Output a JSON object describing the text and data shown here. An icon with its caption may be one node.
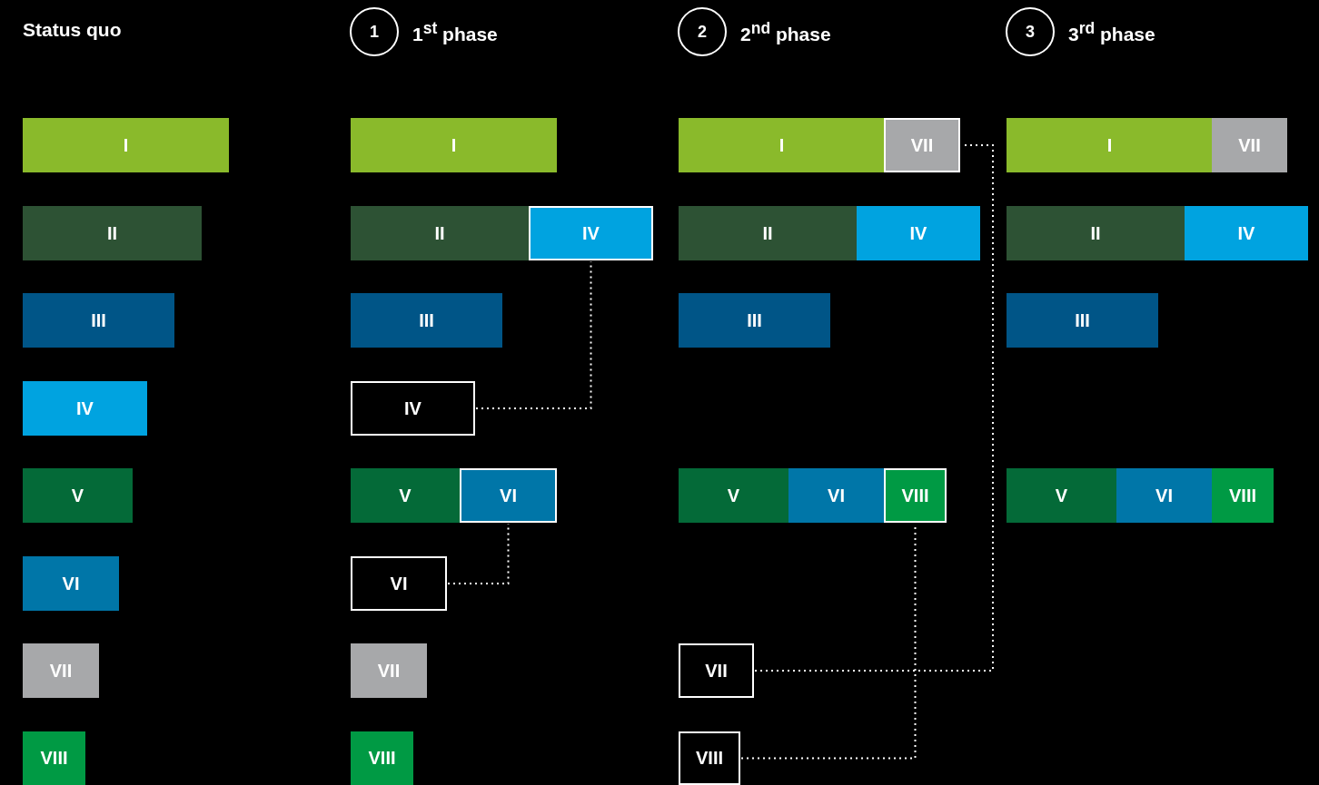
{
  "diagram": {
    "nodes": [
      {
        "text": [
          "I"
        ]
      },
      {
        "text": [
          "II"
        ]
      },
      {
        "text": [
          "III"
        ]
      },
      {
        "text": [
          "IV"
        ]
      },
      {
        "text": [
          "V"
        ]
      },
      {
        "text": [
          "VI"
        ]
      },
      {
        "text": [
          "VII"
        ]
      },
      {
        "text": [
          "VIII"
        ]
      },
      {
        "text": [
          "1"
        ],
        "beside": [
          "1$^{st}$ phase"
        ]
      },
      {
        "text": [
          "I"
        ]
      },
      {
        "text": [
          "II"
        ]
      },
      {
        "text": [
          "IV"
        ]
      },
      {
        "text": [
          "III"
        ]
      },
      {
        "text": [
          "IV"
        ]
      },
      {
        "text": [
          "V"
        ]
      },
      {
        "text": [
          "VI"
        ]
      },
      {
        "text": [
          "VI"
        ]
      },
      {
        "text": [
          "VII"
        ]
      },
      {
        "text": [
          "VIII"
        ]
      },
      {
        "text": [
          "2"
        ],
        "beside": [
          "2$^{nd}$ phase"
        ]
      },
      {
        "text": [
          "I"
        ]
      },
      {
        "text": [
          "VII"
        ]
      },
      {
        "text": [
          "II"
        ]
      },
      {
        "text": [
          "IV"
        ]
      },
      {
        "text": [
          "III"
        ]
      },
      {
        "text": [
          "V"
        ]
      },
      {
        "text": [
          "VI"
        ]
      },
      {
        "text": [
          "VIII"
        ]
      },
      {
        "text": [
          "VII"
        ]
      },
      {
        "text": [
          "VIII"
        ]
      },
      {
        "text": [
          "3"
        ],
        "beside": [
          "3$^{rd}$ phase"
        ]
      },
      {
        "text": [
          "I"
        ]
      },
      {
        "text": [
          "VII"
        ]
      },
      {
        "text": [
          "II"
        ]
      },
      {
        "text": [
          "IV"
        ]
      },
      {
        "text": [
          "III"
        ]
      },
      {
        "text": [
          "V"
        ]
      },
      {
        "text": [
          "VI"
        ]
      },
      {
        "text": [
          "VIII"
        ]
      }
    ],
    "edges": [
      {
        "from": 13,
        "to": 11,
        "arrow": "none",
        "style": "dashed"
      },
      {
        "from": 16,
        "to": 15,
        "arrow": "none",
        "style": "dashed"
      },
      {
        "from": 28,
        "to": 21,
        "arrow": "none",
        "style": "dashed"
      },
      {
        "from": 29,
        "to": 27,
        "arrow": "none",
        "style": "dashed"
      }
    ],
    "labels": [
      "Status quo"
    ]
  }
}
